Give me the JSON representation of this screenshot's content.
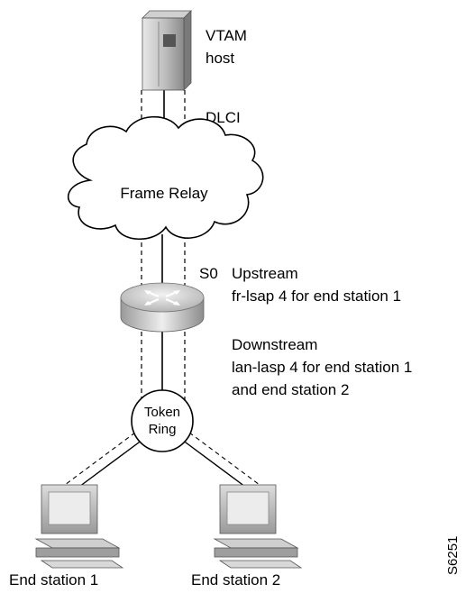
{
  "host": {
    "label_line1": "VTAM",
    "label_line2": "host"
  },
  "link_top": {
    "label": "DLCI"
  },
  "cloud": {
    "label": "Frame Relay"
  },
  "router_link": {
    "interface_label": "S0"
  },
  "upstream": {
    "title": "Upstream",
    "detail": "fr-lsap 4 for end station 1"
  },
  "downstream": {
    "title": "Downstream",
    "detail_line1": "lan-lasp 4 for end station 1",
    "detail_line2": "and end station 2"
  },
  "ring": {
    "label_line1": "Token",
    "label_line2": "Ring"
  },
  "stations": [
    {
      "label": "End station 1"
    },
    {
      "label": "End station 2"
    }
  ],
  "figure_id": "S6251"
}
